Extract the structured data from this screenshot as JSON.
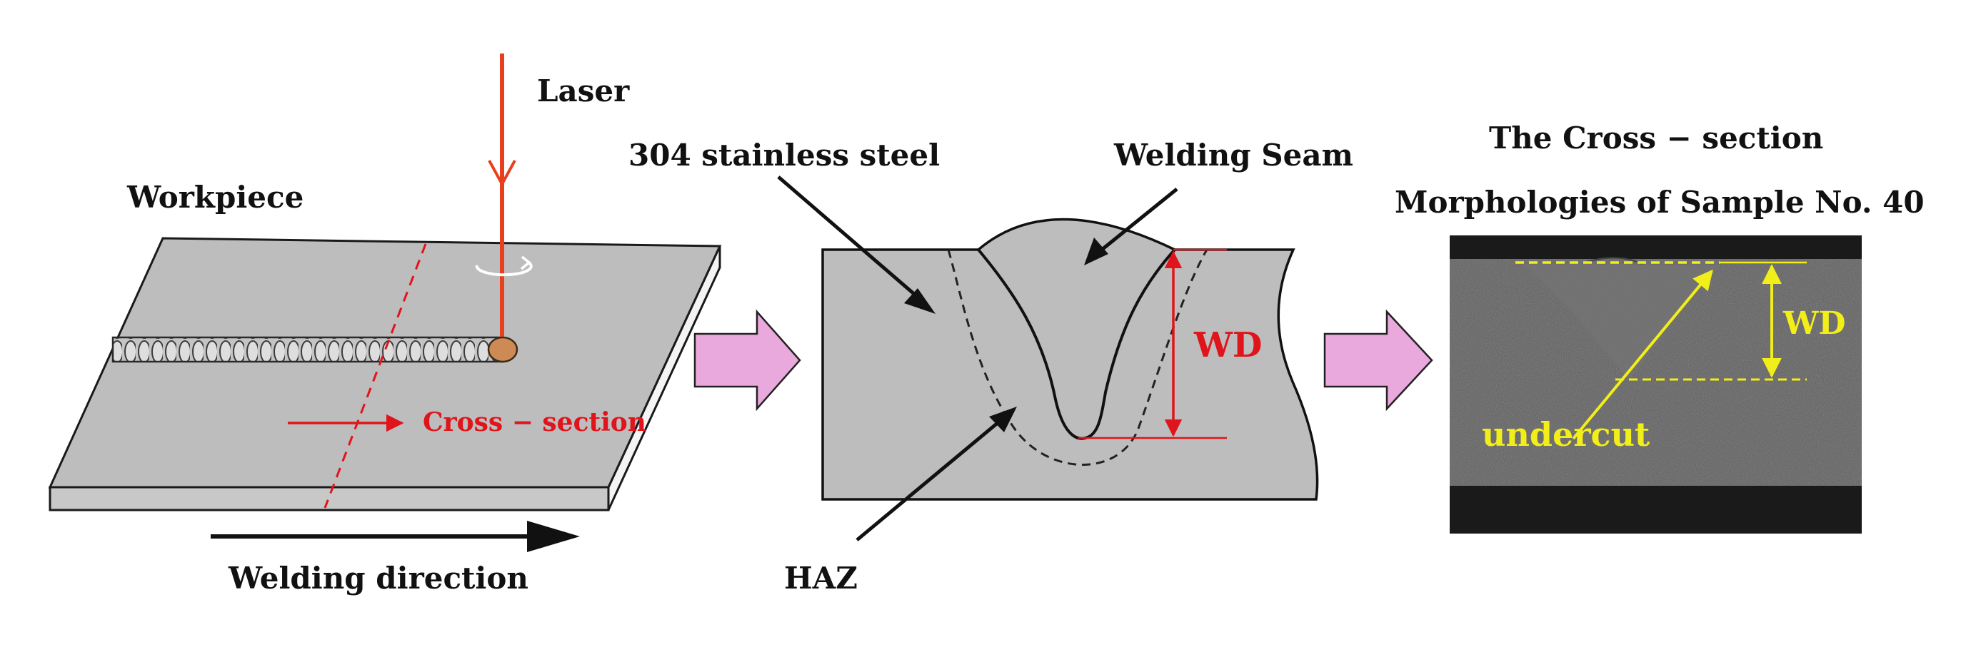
{
  "labels": {
    "laser": "Laser",
    "workpiece": "Workpiece",
    "cross_section": "Cross − section",
    "welding_direction": "Welding direction",
    "material": "304 stainless steel",
    "welding_seam": "Welding Seam",
    "wd_middle": "WD",
    "haz": "HAZ",
    "photo_title_line1": "The Cross − section",
    "photo_title_line2": "Morphologies of Sample No.  40",
    "wd_photo": "WD",
    "undercut": "undercut"
  },
  "colors": {
    "plate": "#bdbdbd",
    "laser": "#e8401c",
    "annotation_red": "#e0141b",
    "annotation_yellow": "#f2ee1a",
    "flow_arrow": "#e9a9dc",
    "photo_bg": "#585858"
  }
}
